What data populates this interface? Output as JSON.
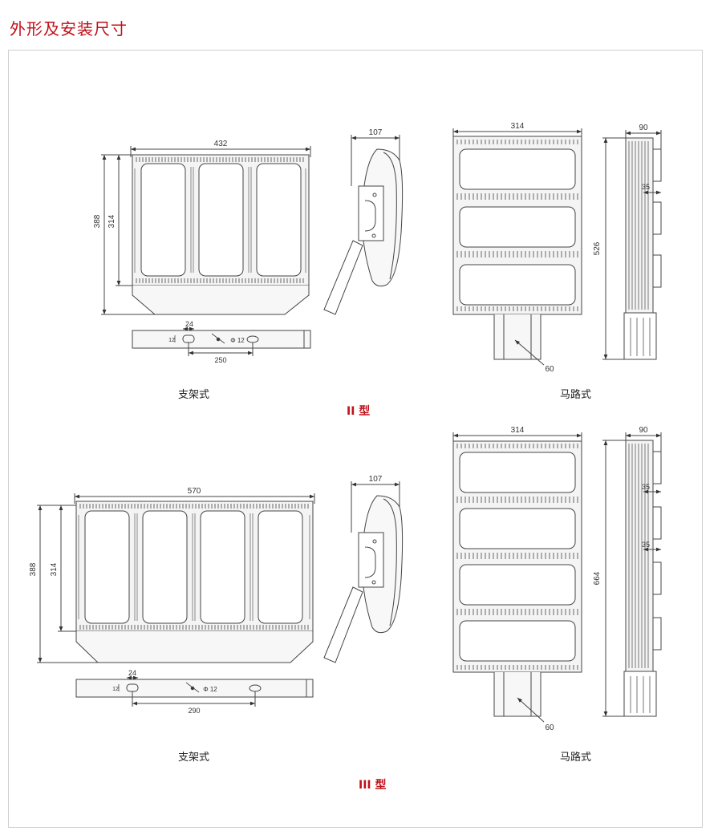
{
  "title": "外形及安装尺寸",
  "section_ii": {
    "type_label": "II 型",
    "bracket_caption": "支架式",
    "road_caption": "马路式",
    "front": {
      "width": "432",
      "height_total": "388",
      "height_body": "314"
    },
    "side": {
      "depth": "107"
    },
    "bracket_plate": {
      "slot_w": "24",
      "slot_h": "12",
      "hole_label": "Φ 12",
      "hole_spacing": "250"
    },
    "road_front": {
      "width": "314",
      "arm_label": "60"
    },
    "road_side": {
      "depth": "90",
      "module": "35",
      "height": "526"
    }
  },
  "section_iii": {
    "type_label": "III 型",
    "bracket_caption": "支架式",
    "road_caption": "马路式",
    "front": {
      "width": "570",
      "height_total": "388",
      "height_body": "314"
    },
    "side": {
      "depth": "107"
    },
    "bracket_plate": {
      "slot_w": "24",
      "slot_h": "12",
      "hole_label": "Φ 12",
      "hole_spacing": "290"
    },
    "road_front": {
      "width": "314",
      "arm_label": "60"
    },
    "road_side": {
      "depth": "90",
      "module_a": "35",
      "module_b": "35",
      "height": "664"
    }
  }
}
